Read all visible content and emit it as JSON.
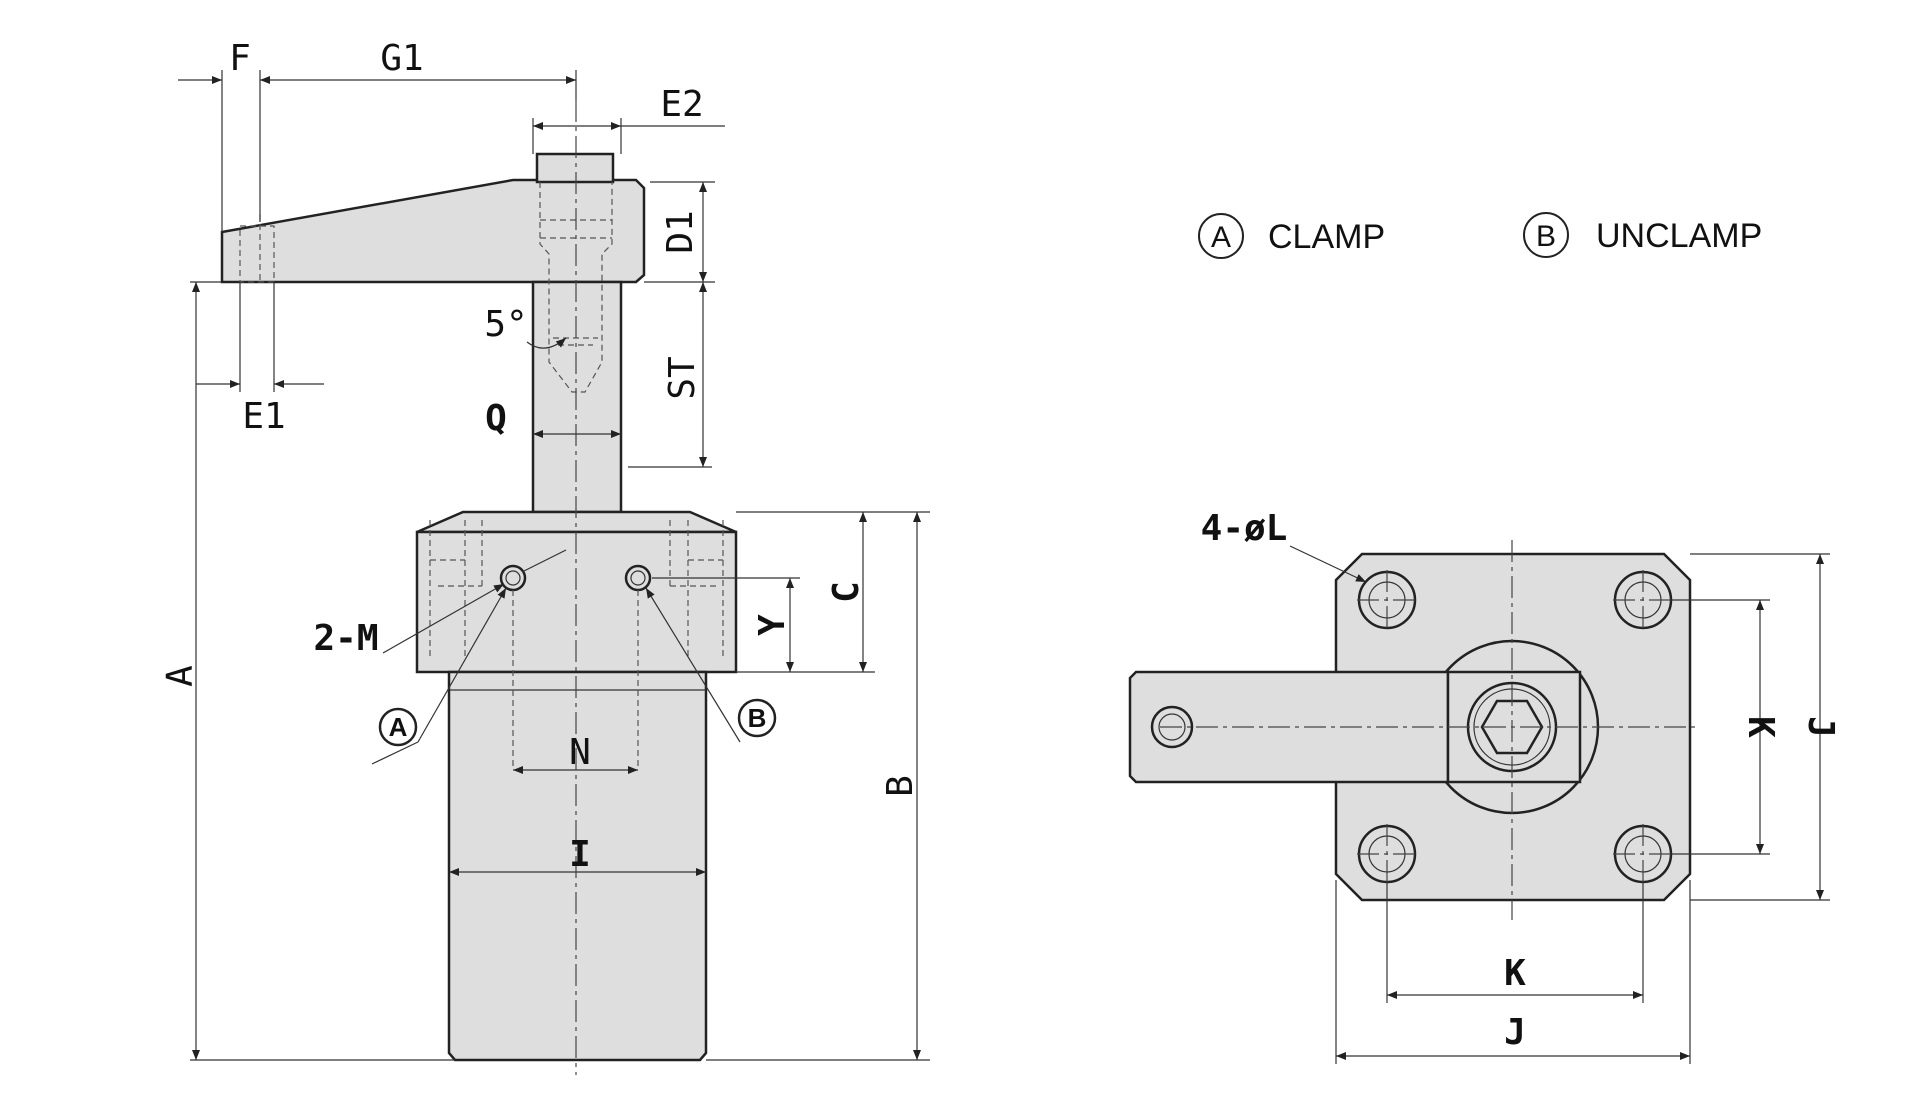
{
  "dimensions": {
    "F": "F",
    "G1": "G1",
    "E2": "E2",
    "D1": "D1",
    "E1": "E1",
    "angle": "5°",
    "ST": "ST",
    "Q": "Q",
    "M": "2-M",
    "C": "C",
    "Y": "Y",
    "A": "A",
    "B": "B",
    "N": "N",
    "I": "I",
    "L": "4-øL",
    "K_horizontal": "K",
    "J_horizontal": "J",
    "K_vertical": "K",
    "J_vertical": "J"
  },
  "ports": {
    "a_letter": "A",
    "b_letter": "B"
  },
  "legend": {
    "a_letter": "A",
    "a_label": "CLAMP",
    "b_letter": "B",
    "b_label": "UNCLAMP"
  }
}
